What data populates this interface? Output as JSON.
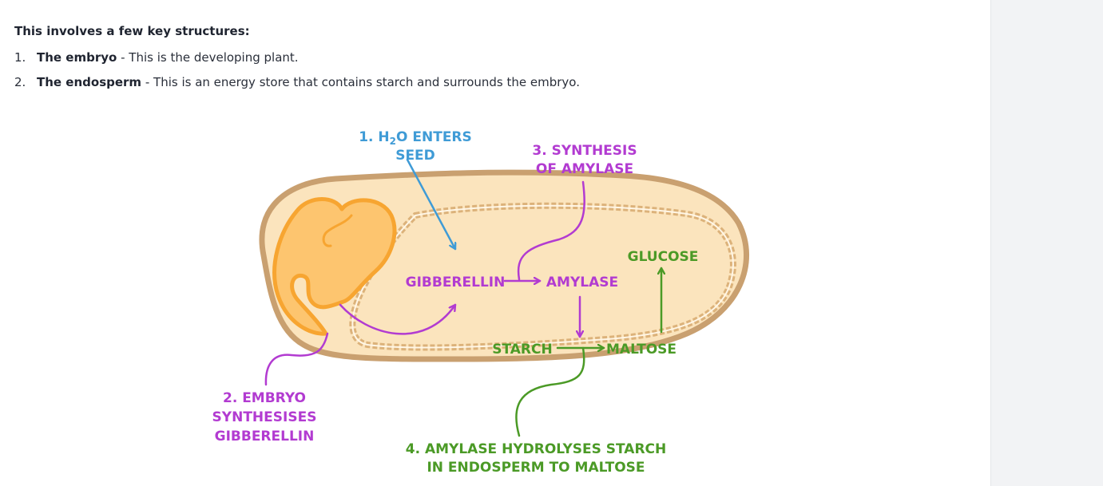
{
  "intro": "This involves a few key structures:",
  "structures": [
    {
      "number": "1.",
      "term": "The embryo",
      "desc": " - This is the developing plant."
    },
    {
      "number": "2.",
      "term": "The endosperm",
      "desc": " - This is an energy store that contains starch and surrounds the embryo."
    }
  ],
  "diagram": {
    "step1_line1": "1. H",
    "step1_sub": "2",
    "step1_line1_end": "O ENTERS",
    "step1_line2": "SEED",
    "step2_line1": "2. EMBRYO",
    "step2_line2": "SYNTHESISES",
    "step2_line3": "GIBBERELLIN",
    "step3_line1": "3. SYNTHESIS",
    "step3_line2": "OF AMYLASE",
    "step4_line1": "4. AMYLASE HYDROLYSES STARCH",
    "step4_line2": "IN ENDOSPERM TO MALTOSE",
    "gibberellin": "GIBBERELLIN",
    "amylase": "AMYLASE",
    "starch": "STARCH",
    "maltose": "MALTOSE",
    "glucose": "GLUCOSE",
    "colors": {
      "water": "#3f9bd6",
      "gibberellin_amylase": "#b23bd1",
      "starch_sugars": "#4b9a26",
      "seed_coat": "#c9a070",
      "seed_fill": "#fbe4bd",
      "embryo": "#f7a531"
    }
  }
}
